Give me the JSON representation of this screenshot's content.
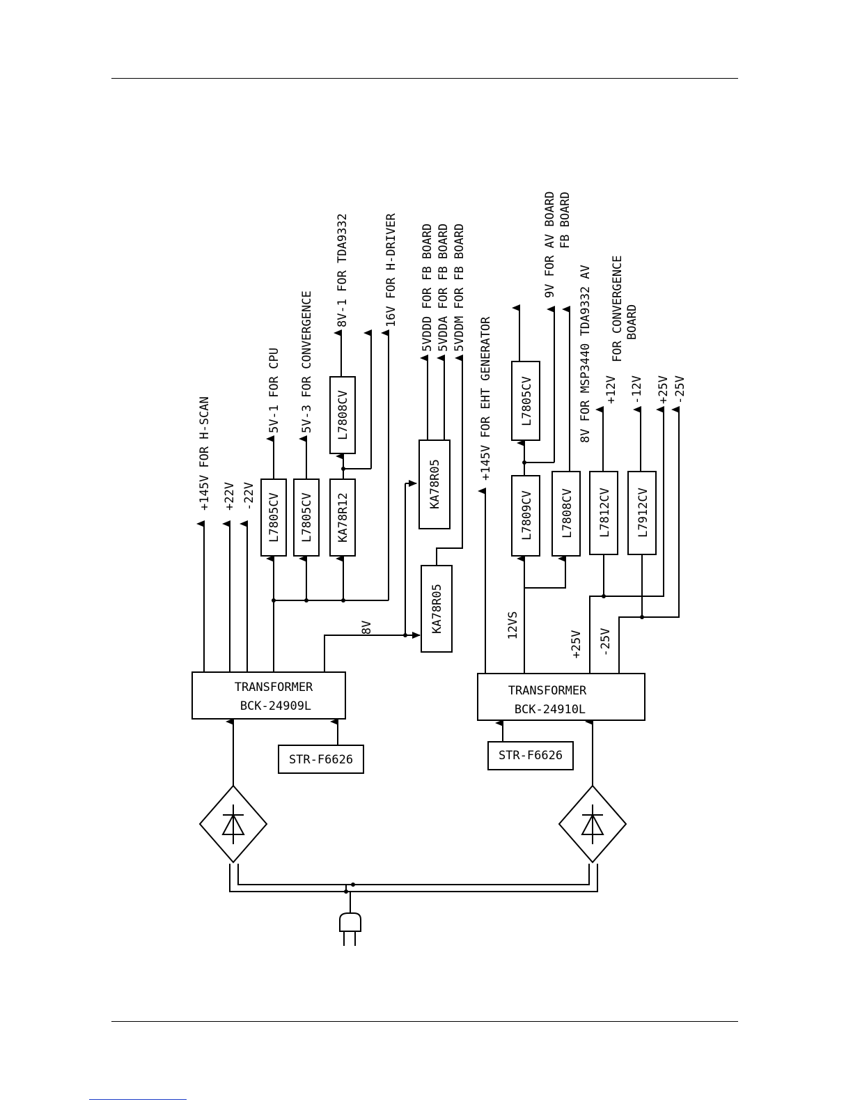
{
  "transformers": {
    "left": {
      "name": "TRANSFORMER",
      "part": "BCK-24909L"
    },
    "right": {
      "name": "TRANSFORMER",
      "part": "BCK-24910L"
    }
  },
  "controllers": {
    "left": "STR-F6626",
    "right": "STR-F6626"
  },
  "regulators": {
    "l7805cv_cpu": "L7805CV",
    "l7805cv_conv": "L7805CV",
    "ka78r12": "KA78R12",
    "l7808cv_tda": "L7808CV",
    "ka78r05_fb": "KA78R05",
    "ka78r05_in": "KA78R05",
    "l7805cv_av": "L7805CV",
    "l7809cv": "L7809CV",
    "l7808cv_msp": "L7808CV",
    "l7812cv": "L7812CV",
    "l7912cv": "L7912CV"
  },
  "outputs": {
    "hscan": "+145V FOR H-SCAN",
    "p22": "+22V",
    "m22": "-22V",
    "cpu": "5V-1 FOR CPU",
    "conv": "5V-3 FOR CONVERGENCE",
    "tda": "8V-1 FOR TDA9332",
    "hdriver": "16V FOR H-DRIVER",
    "vddd": "5VDDD FOR FB BOARD",
    "vdda": "5VDDA FOR FB BOARD",
    "vddm": "5VDDM FOR FB BOARD",
    "eht": "+145V FOR EHT GENERATOR",
    "av": "9V FOR AV BOARD",
    "fb": "FB BOARD",
    "msp": "8V FOR MSP3440 TDA9332 AV",
    "p12": "+12V",
    "m12": "-12V",
    "p25": "+25V",
    "m25": "-25V",
    "conv_board_1": "FOR CONVERGENCE",
    "conv_board_2": "BOARD"
  },
  "internal": {
    "v8": "8V",
    "v12vs": "12VS",
    "p25v": "+25V",
    "m25v": "-25V"
  }
}
